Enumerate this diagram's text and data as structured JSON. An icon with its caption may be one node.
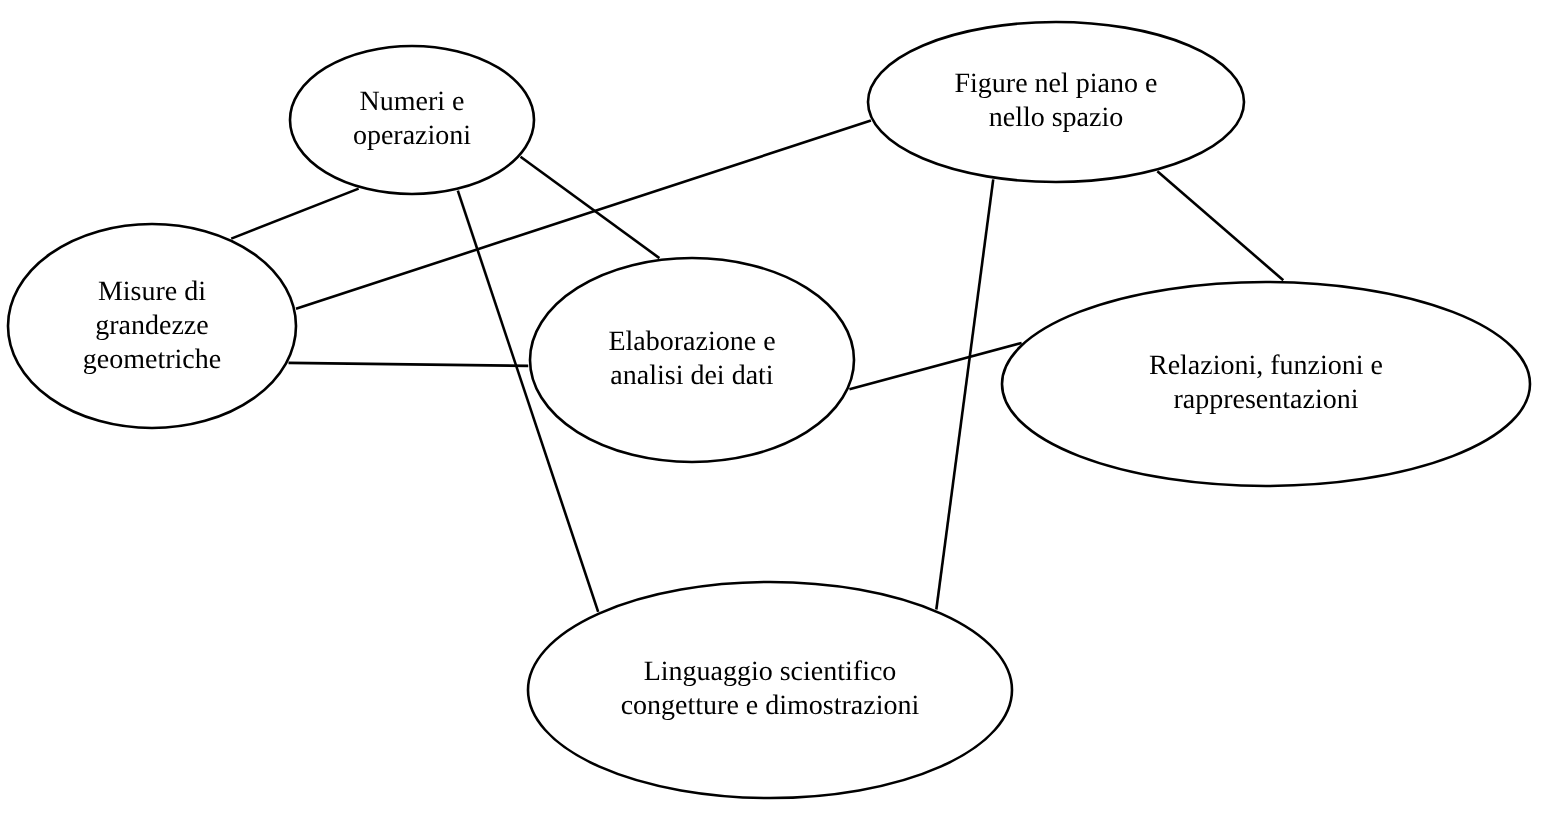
{
  "diagram": {
    "nodes": [
      {
        "text": [
          "Numeri e operazioni"
        ]
      },
      {
        "text": [
          "Figure nel piano e nello spazio"
        ]
      },
      {
        "text": [
          "Misure di grandezze geometriche"
        ]
      },
      {
        "text": [
          "Elaborazione e analisi dei dati"
        ]
      },
      {
        "text": [
          "Relazioni, funzioni e rappresentazioni"
        ]
      },
      {
        "text": [
          "Linguaggio scientifico congetture e dimostrazioni"
        ]
      }
    ],
    "edges": [
      {
        "from": 0,
        "to": 2,
        "arrow": "none"
      },
      {
        "from": 0,
        "to": 3,
        "arrow": "none"
      },
      {
        "from": 0,
        "to": 5,
        "arrow": "none"
      },
      {
        "from": 1,
        "to": 2,
        "arrow": "none"
      },
      {
        "from": 1,
        "to": 4,
        "arrow": "none"
      },
      {
        "from": 1,
        "to": 5,
        "arrow": "none"
      },
      {
        "from": 2,
        "to": 3,
        "arrow": "none"
      },
      {
        "from": 3,
        "to": 4,
        "arrow": "none"
      }
    ]
  }
}
